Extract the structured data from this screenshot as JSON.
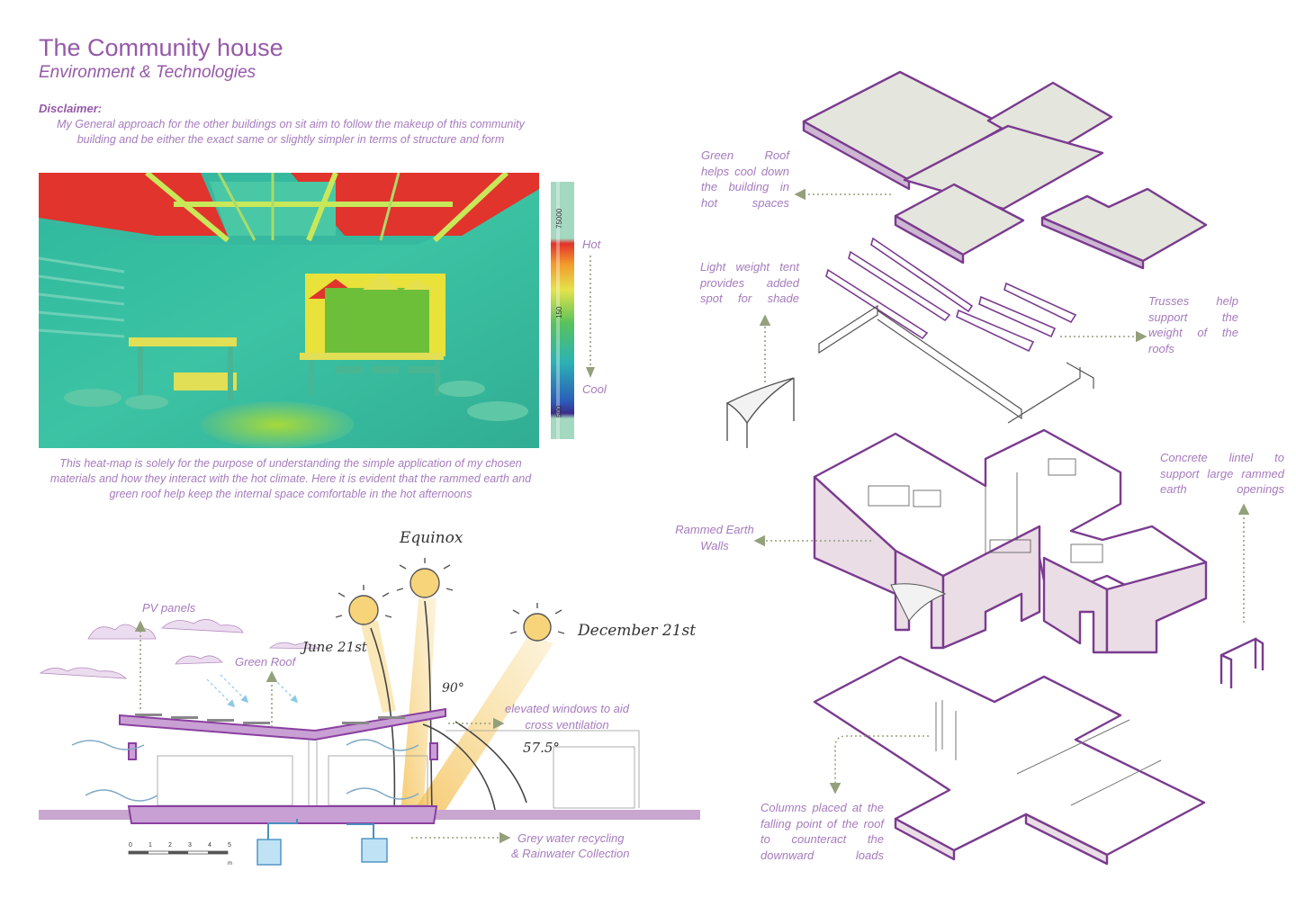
{
  "header": {
    "title": "The Community house",
    "subtitle": "Environment & Technologies"
  },
  "disclaimer": {
    "heading": "Disclaimer:",
    "text": "My General approach for the other buildings on sit aim to follow the makeup of this community building and be either the exact same or slightly simpler in terms of structure and form"
  },
  "heatmap": {
    "scale_max": "75000",
    "scale_mid": "150",
    "scale_min": "500",
    "hot_label": "Hot",
    "cool_label": "Cool",
    "note": "This heat-map is solely for the purpose of understanding the simple application of my chosen materials and how they interact with the hot climate. Here it is evident that the rammed earth and green roof help keep the internal space comfortable in the hot afternoons"
  },
  "section": {
    "equinox": "Equinox",
    "june": "June 21st",
    "december": "December 21st",
    "pv_panels": "PV panels",
    "green_roof": "Green Roof",
    "angle_90": "90°",
    "angle_57": "57.5°",
    "elevated_windows": "elevated windows to aid cross ventilation",
    "grey_water_1": "Grey water recycling",
    "grey_water_2": "& Rainwater Collection",
    "scale_ticks": [
      "0",
      "1",
      "2",
      "3",
      "4",
      "5"
    ],
    "scale_unit": "m"
  },
  "exploded": {
    "green_roof": "Green Roof helps cool down the building in hot spaces",
    "tent": "Light weight tent provides added spot for shade",
    "trusses": "Trusses help support the weight of the roofs",
    "lintel": "Concrete lintel to support large rammed earth openings",
    "rammed": "Rammed Earth Walls",
    "columns": "Columns placed at the falling point of the roof to counteract the downward loads"
  },
  "colors": {
    "accent_purple": "#8a3fa0",
    "text_purple": "#a67bbd",
    "roof_fill": "#e4e5dc",
    "wall_fill": "#eadde6",
    "ground": "#c8a6cf",
    "arrow_green": "#93a07b"
  }
}
